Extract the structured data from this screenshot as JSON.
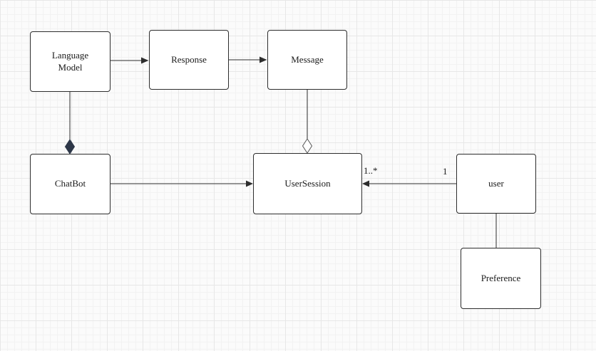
{
  "diagram": {
    "nodes": [
      {
        "id": "language-model",
        "label": "Language Model"
      },
      {
        "id": "response",
        "label": "Response"
      },
      {
        "id": "message",
        "label": "Message"
      },
      {
        "id": "chatbot",
        "label": "ChatBot"
      },
      {
        "id": "usersession",
        "label": "UserSession"
      },
      {
        "id": "user",
        "label": "user"
      },
      {
        "id": "preference",
        "label": "Preference"
      }
    ],
    "edges": [
      {
        "from": "Language Model",
        "to": "Response",
        "type": "directed-arrow"
      },
      {
        "from": "Response",
        "to": "Message",
        "type": "directed-arrow"
      },
      {
        "from": "Language Model",
        "to": "ChatBot",
        "type": "composition-filled-diamond"
      },
      {
        "from": "Message",
        "to": "UserSession",
        "type": "aggregation-hollow-diamond"
      },
      {
        "from": "ChatBot",
        "to": "UserSession",
        "type": "directed-arrow"
      },
      {
        "from": "user",
        "to": "UserSession",
        "type": "directed-arrow",
        "target_label": "1..*",
        "source_label": "1"
      },
      {
        "from": "user",
        "to": "Preference",
        "type": "plain-line"
      }
    ],
    "colors": {
      "node_fill": "#ffffff",
      "node_border": "#2d2d2d",
      "line": "#2d2d2d",
      "composition_diamond_fill": "#2d3748",
      "aggregation_diamond_fill": "#ffffff",
      "canvas_background": "#fbfbfb",
      "grid_minor": "#f2f2f2",
      "grid_major": "#e7e7e7"
    }
  }
}
